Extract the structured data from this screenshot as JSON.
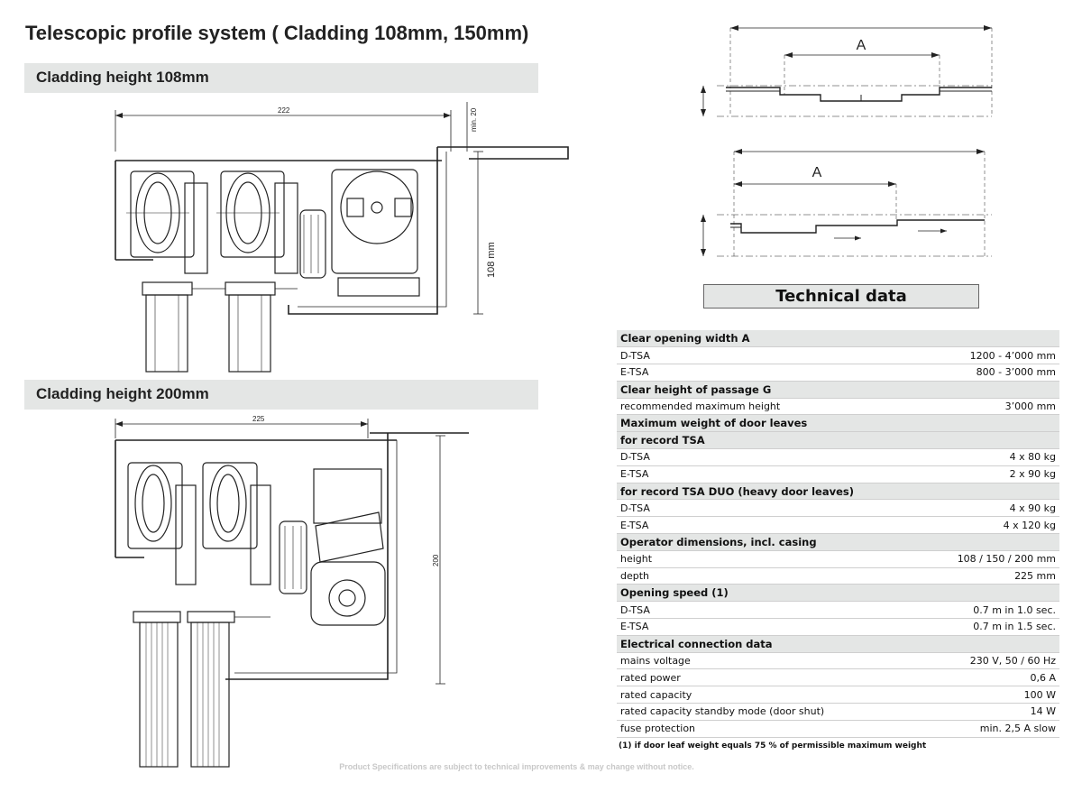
{
  "title": "Telescopic profile system ( Cladding 108mm, 150mm)",
  "sections": {
    "cladding_108": "Cladding height 108mm",
    "cladding_200": "Cladding height 200mm"
  },
  "drawing_108": {
    "width_dim": "222",
    "min_dim": "min. 20",
    "height_dim": "108 mm"
  },
  "drawing_200": {
    "width_dim": "225",
    "height_dim": "200"
  },
  "schematics": {
    "label_top": "A",
    "label_bottom": "A"
  },
  "technical_data": {
    "heading": "Technical data",
    "rows": [
      {
        "label": "Clear opening width A",
        "value": "",
        "header": true
      },
      {
        "label": "D-TSA",
        "value": "1200 - 4’000 mm"
      },
      {
        "label": "E-TSA",
        "value": "800 - 3’000 mm"
      },
      {
        "label": "Clear height of passage G",
        "value": "",
        "header": true
      },
      {
        "label": "recommended maximum height",
        "value": "3’000 mm"
      },
      {
        "label": "Maximum weight of door leaves",
        "value": "",
        "header": true
      },
      {
        "label": "for record TSA",
        "value": "",
        "header": true
      },
      {
        "label": "D-TSA",
        "value": "4 x 80 kg"
      },
      {
        "label": "E-TSA",
        "value": "2 x 90 kg"
      },
      {
        "label": "for record TSA DUO (heavy door leaves)",
        "value": "",
        "header": true
      },
      {
        "label": "D-TSA",
        "value": "4 x 90 kg"
      },
      {
        "label": "E-TSA",
        "value": "4 x 120 kg"
      },
      {
        "label": "Operator dimensions, incl. casing",
        "value": "",
        "header": true
      },
      {
        "label": "height",
        "value": "108 / 150 / 200 mm"
      },
      {
        "label": "depth",
        "value": "225 mm"
      },
      {
        "label": "Opening speed (1)",
        "value": "",
        "header": true
      },
      {
        "label": "D-TSA",
        "value": "0.7 m in 1.0 sec."
      },
      {
        "label": "E-TSA",
        "value": "0.7 m in 1.5 sec."
      },
      {
        "label": "Electrical connection data",
        "value": "",
        "header": true
      },
      {
        "label": "mains voltage",
        "value": "230 V, 50 / 60 Hz"
      },
      {
        "label": "rated power",
        "value": "0,6 A"
      },
      {
        "label": "rated capacity",
        "value": "100 W"
      },
      {
        "label": "rated capacity standby mode (door shut)",
        "value": "14 W"
      },
      {
        "label": "fuse protection",
        "value": "min. 2,5 A slow"
      }
    ],
    "footnote": "(1) if door leaf weight equals 75 % of permissible maximum weight"
  },
  "disclaimer": "Product Specifications are subject to technical improvements & may change without notice."
}
